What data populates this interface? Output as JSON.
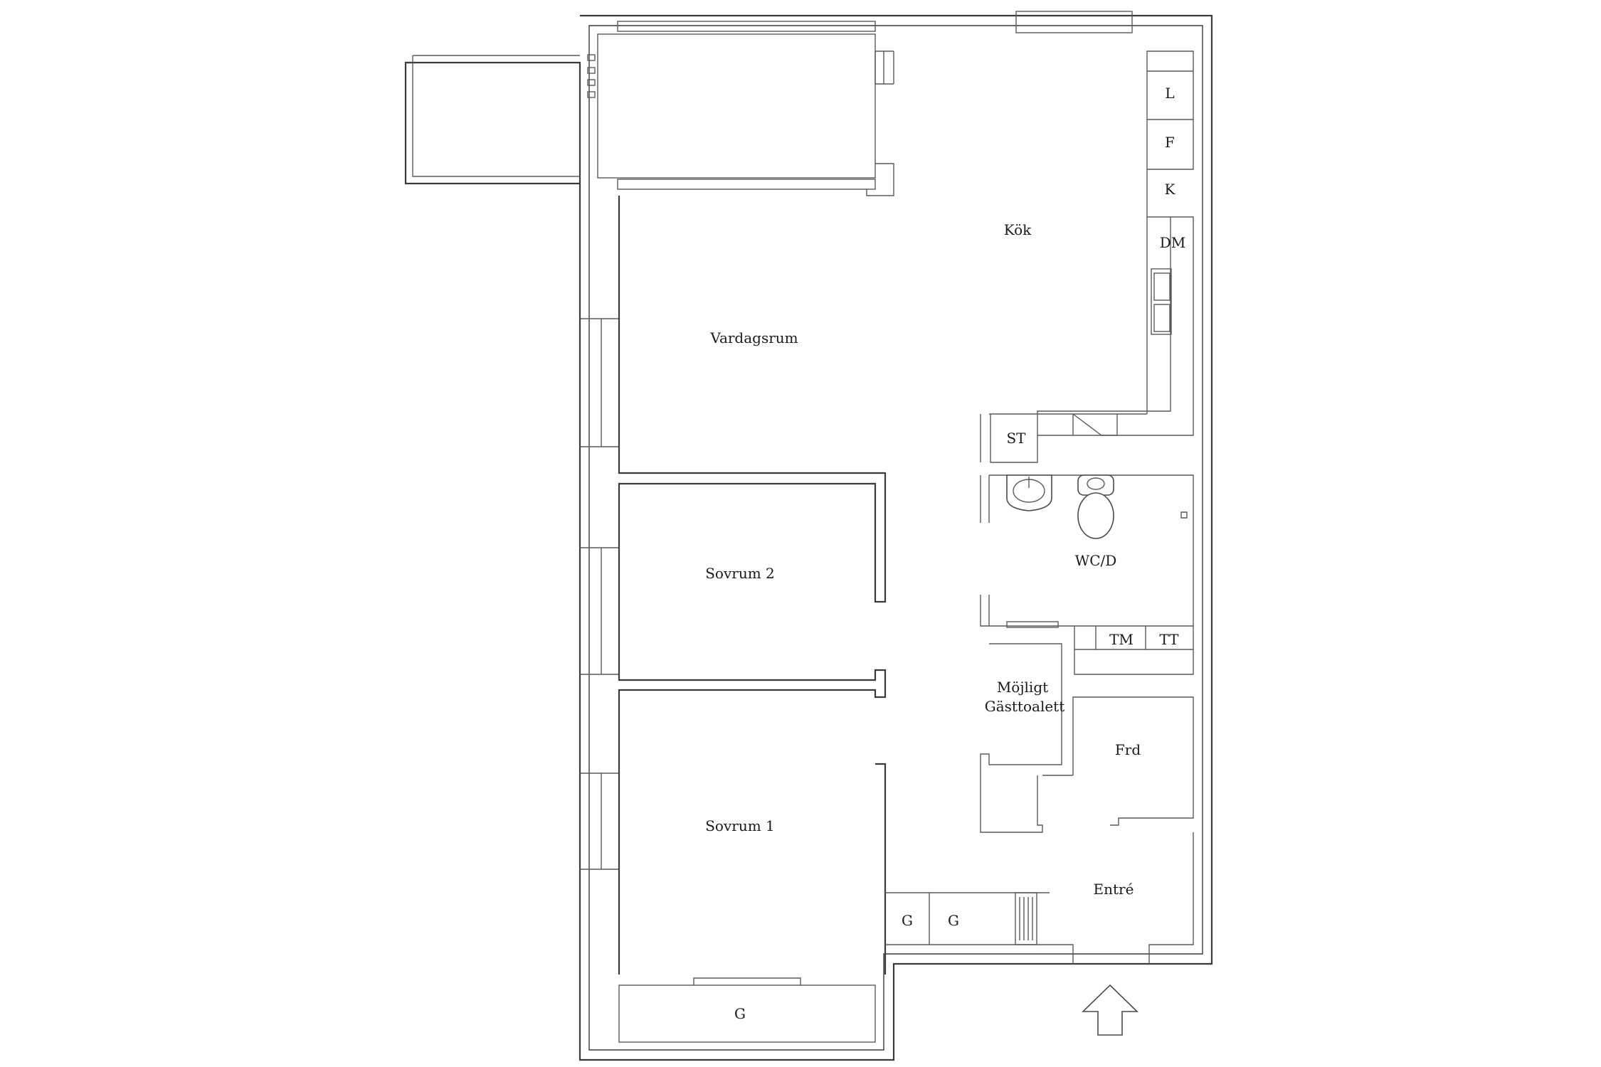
{
  "rooms": {
    "kok": "Kök",
    "vardagsrum": "Vardagsrum",
    "sovrum2": "Sovrum 2",
    "sovrum1": "Sovrum 1",
    "wcd": "WC/D",
    "mojligt": "Möjligt",
    "gasttoalett": "Gästtoalett",
    "frd": "Frd",
    "entre": "Entré"
  },
  "fixtures": {
    "l": "L",
    "f": "F",
    "k": "K",
    "dm": "DM",
    "st": "ST",
    "tm": "TM",
    "tt": "TT",
    "g_entre_1": "G",
    "g_entre_2": "G",
    "g_sovrum1": "G"
  },
  "icons": {
    "entrance": "entrance-arrow-icon",
    "sink": "sink-icon",
    "toilet": "toilet-icon",
    "radiator": "radiator-icon"
  },
  "colors": {
    "wall": "#3a3a3a",
    "background": "#ffffff"
  }
}
